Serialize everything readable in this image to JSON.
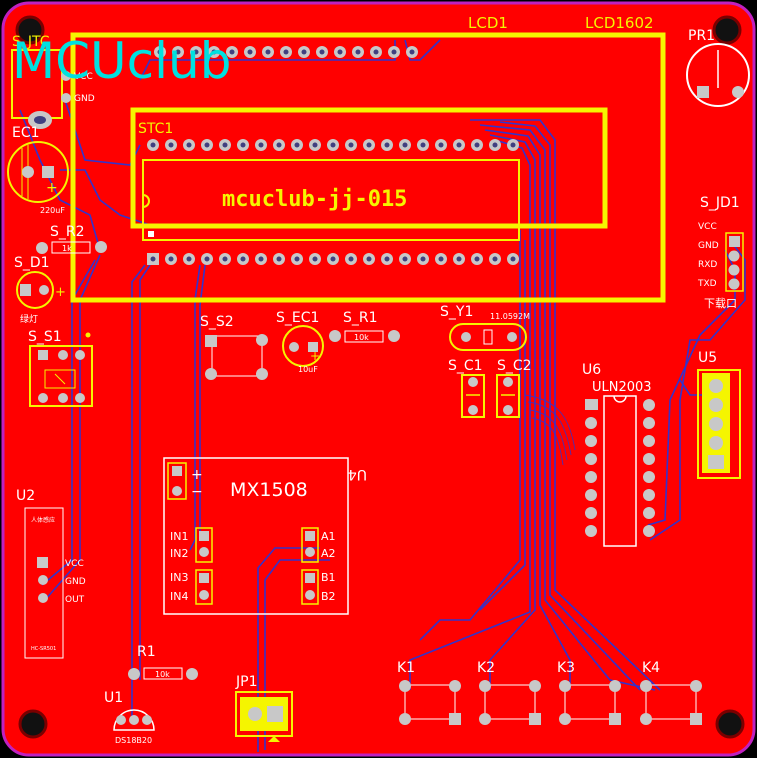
{
  "colors": {
    "board": "#ff0000",
    "outline": "#c020c0",
    "silkscreen": "#f5f500",
    "trace": "#3333cc",
    "pad": "#c8c8c8",
    "hole": "#404080",
    "logo": "#00e0e0",
    "white_text": "#ffffff"
  },
  "logo": "MCUclub",
  "mounting_hole_icon": "circle-hole",
  "labels": {
    "sjtc": "S_JTC",
    "sjtc_vcc": "VCC",
    "sjtc_gnd": "GND",
    "lcd1": "LCD1",
    "lcd1602": "LCD1602",
    "pr1": "PR1",
    "ec1": "EC1",
    "ec1_value": "220uF",
    "stc1": "STC1",
    "chip_text": "mcuclub-jj-015",
    "s_r2": "S_R2",
    "s_r2_value": "1k",
    "s_jd1": "S_JD1",
    "s_jd1_pins": [
      "VCC",
      "GND",
      "RXD",
      "TXD"
    ],
    "s_jd1_caption": "下载口",
    "s_d1": "S_D1",
    "s_d1_caption": "绿灯",
    "s_s2": "S_S2",
    "s_ec1": "S_EC1",
    "s_ec1_value": "10uF",
    "s_r1": "S_R1",
    "s_r1_value": "10k",
    "s_y1": "S_Y1",
    "s_y1_value": "11.0592M",
    "s_s1": "S_S1",
    "s_c1": "S_C1",
    "s_c2": "S_C2",
    "u6": "U6",
    "uln": "ULN2003",
    "u5": "U5",
    "u4": "U4",
    "mx": "MX1508",
    "plus": "+",
    "minus": "−",
    "in1": "IN1",
    "in2": "IN2",
    "in3": "IN3",
    "in4": "IN4",
    "a1": "A1",
    "a2": "A2",
    "b1": "B1",
    "b2": "B2",
    "u2": "U2",
    "u2_top": "人体感应",
    "u2_bottom": "HC-SR501",
    "u2_vcc": "VCC",
    "u2_gnd": "GND",
    "u2_out": "OUT",
    "r1": "R1",
    "r1_value": "10k",
    "u1": "U1",
    "u1_value": "DS18B20",
    "jp1": "JP1",
    "k1": "K1",
    "k2": "K2",
    "k3": "K3",
    "k4": "K4"
  }
}
